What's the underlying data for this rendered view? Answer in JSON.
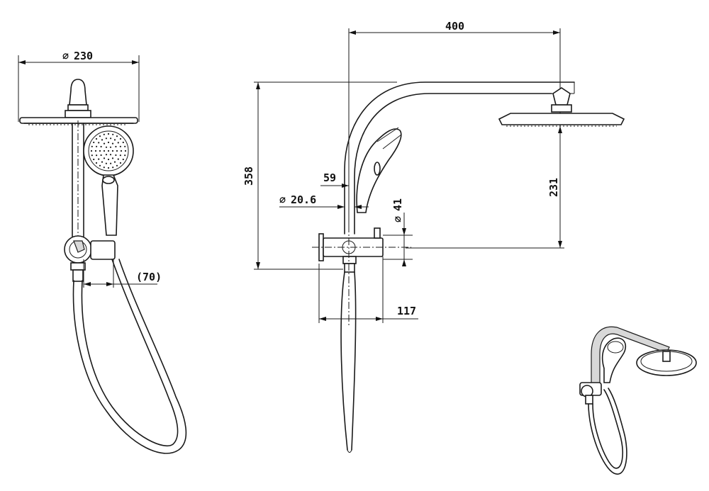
{
  "dimensions": {
    "head_diameter": "230",
    "handshower_offset": "(70)",
    "arm_projection": "400",
    "overall_height": "358",
    "riser_offset": "59",
    "riser_diameter": "20.6",
    "handpiece_diameter": "41",
    "head_drop": "231",
    "wall_projection": "117"
  },
  "symbols": {
    "diameter": "∅"
  }
}
